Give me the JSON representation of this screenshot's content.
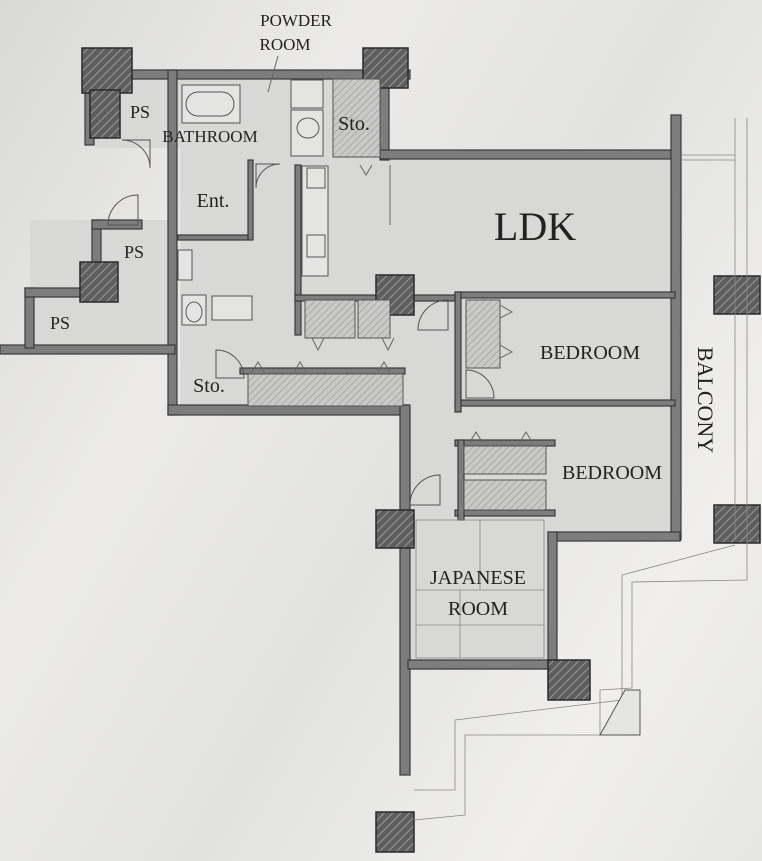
{
  "labels": {
    "powder_room_line1": "POWDER",
    "powder_room_line2": "ROOM",
    "bathroom": "BATHROOM",
    "ps1": "PS",
    "ps2": "PS",
    "ps3": "PS",
    "storage_top": "Sto.",
    "entrance": "Ent.",
    "ldk": "LDK",
    "bedroom1": "BEDROOM",
    "bedroom2": "BEDROOM",
    "storage_bottom": "Sto.",
    "balcony": "BALCONY",
    "japanese_line1": "JAPANESE",
    "japanese_line2": "ROOM"
  }
}
